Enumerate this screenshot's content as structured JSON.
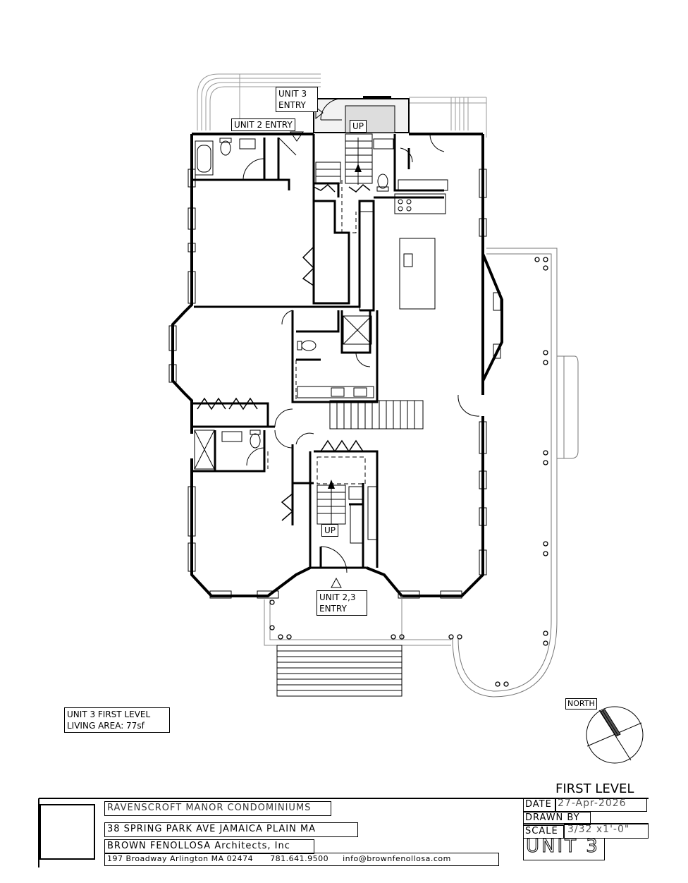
{
  "labels": {
    "unit3_entry_line1": "UNIT 3",
    "unit3_entry_line2": "ENTRY",
    "unit2_entry": "UNIT 2 ENTRY",
    "up_top": "UP",
    "up_bottom": "UP",
    "unit23_entry_line1": "UNIT 2,3",
    "unit23_entry_line2": "ENTRY",
    "north": "NORTH"
  },
  "area_note": {
    "line1": "UNIT 3 FIRST LEVEL",
    "line2": "LIVING AREA: 77sf"
  },
  "title_block": {
    "sheet_title": "FIRST LEVEL",
    "project_name": "RAVENSCROFT MANOR CONDOMINIUMS",
    "address": "38 SPRING PARK AVE JAMAICA PLAIN MA",
    "firm": "BROWN FENOLLOSA Architects, Inc",
    "firm_contact": "197 Broadway Arlington MA 02474      781.641.9500     info@brownfenollosa.com",
    "date_label": "DATE",
    "date_value": "27-Apr-2026",
    "drawn_by_label": "DRAWN BY",
    "drawn_by_value": "",
    "scale_label": "SCALE",
    "scale_value": "3/32 x1'-0\"",
    "unit": "UNIT 3"
  }
}
